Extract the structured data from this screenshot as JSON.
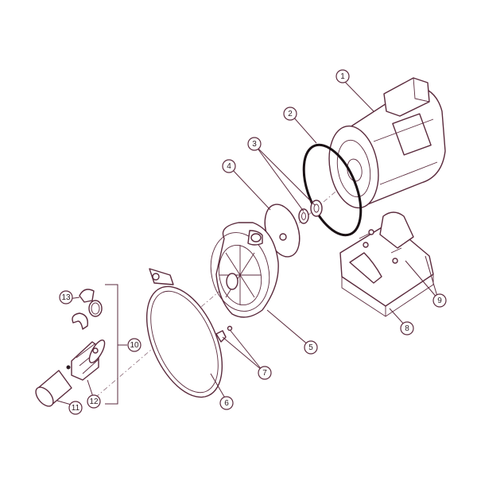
{
  "callouts": [
    {
      "id": "1",
      "label": "1"
    },
    {
      "id": "2",
      "label": "2"
    },
    {
      "id": "3",
      "label": "3"
    },
    {
      "id": "4",
      "label": "4"
    },
    {
      "id": "5",
      "label": "5"
    },
    {
      "id": "6",
      "label": "6"
    },
    {
      "id": "7",
      "label": "7"
    },
    {
      "id": "8",
      "label": "8"
    },
    {
      "id": "9",
      "label": "9"
    },
    {
      "id": "10",
      "label": "10"
    },
    {
      "id": "11",
      "label": "11"
    },
    {
      "id": "12",
      "label": "12"
    },
    {
      "id": "13",
      "label": "13"
    }
  ],
  "colors": {
    "line": "#5a2a3c",
    "background": "#ffffff",
    "oring": "#1a1014"
  }
}
